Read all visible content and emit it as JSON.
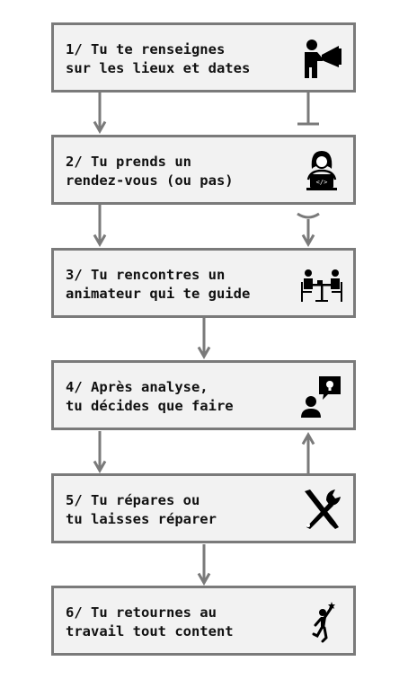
{
  "steps": [
    {
      "lines": [
        "1/ Tu te renseignes",
        "sur les lieux et dates"
      ],
      "icon": "megaphone-person-icon"
    },
    {
      "lines": [
        "2/ Tu prends un",
        "rendez-vous (ou pas)"
      ],
      "icon": "person-laptop-icon"
    },
    {
      "lines": [
        "3/ Tu rencontres un",
        "animateur qui te guide"
      ],
      "icon": "meeting-table-icon"
    },
    {
      "lines": [
        "4/ Après analyse,",
        "tu décides que faire"
      ],
      "icon": "idea-person-icon"
    },
    {
      "lines": [
        "5/ Tu répares ou",
        "tu laisses réparer"
      ],
      "icon": "wrench-screwdriver-icon"
    },
    {
      "lines": [
        "6/ Tu retournes au",
        "travail tout content"
      ],
      "icon": "happy-jumping-person-icon"
    }
  ],
  "colors": {
    "box_fill": "#f2f2f2",
    "border": "#7a7a7a",
    "text": "#111111",
    "icon": "#000000"
  }
}
